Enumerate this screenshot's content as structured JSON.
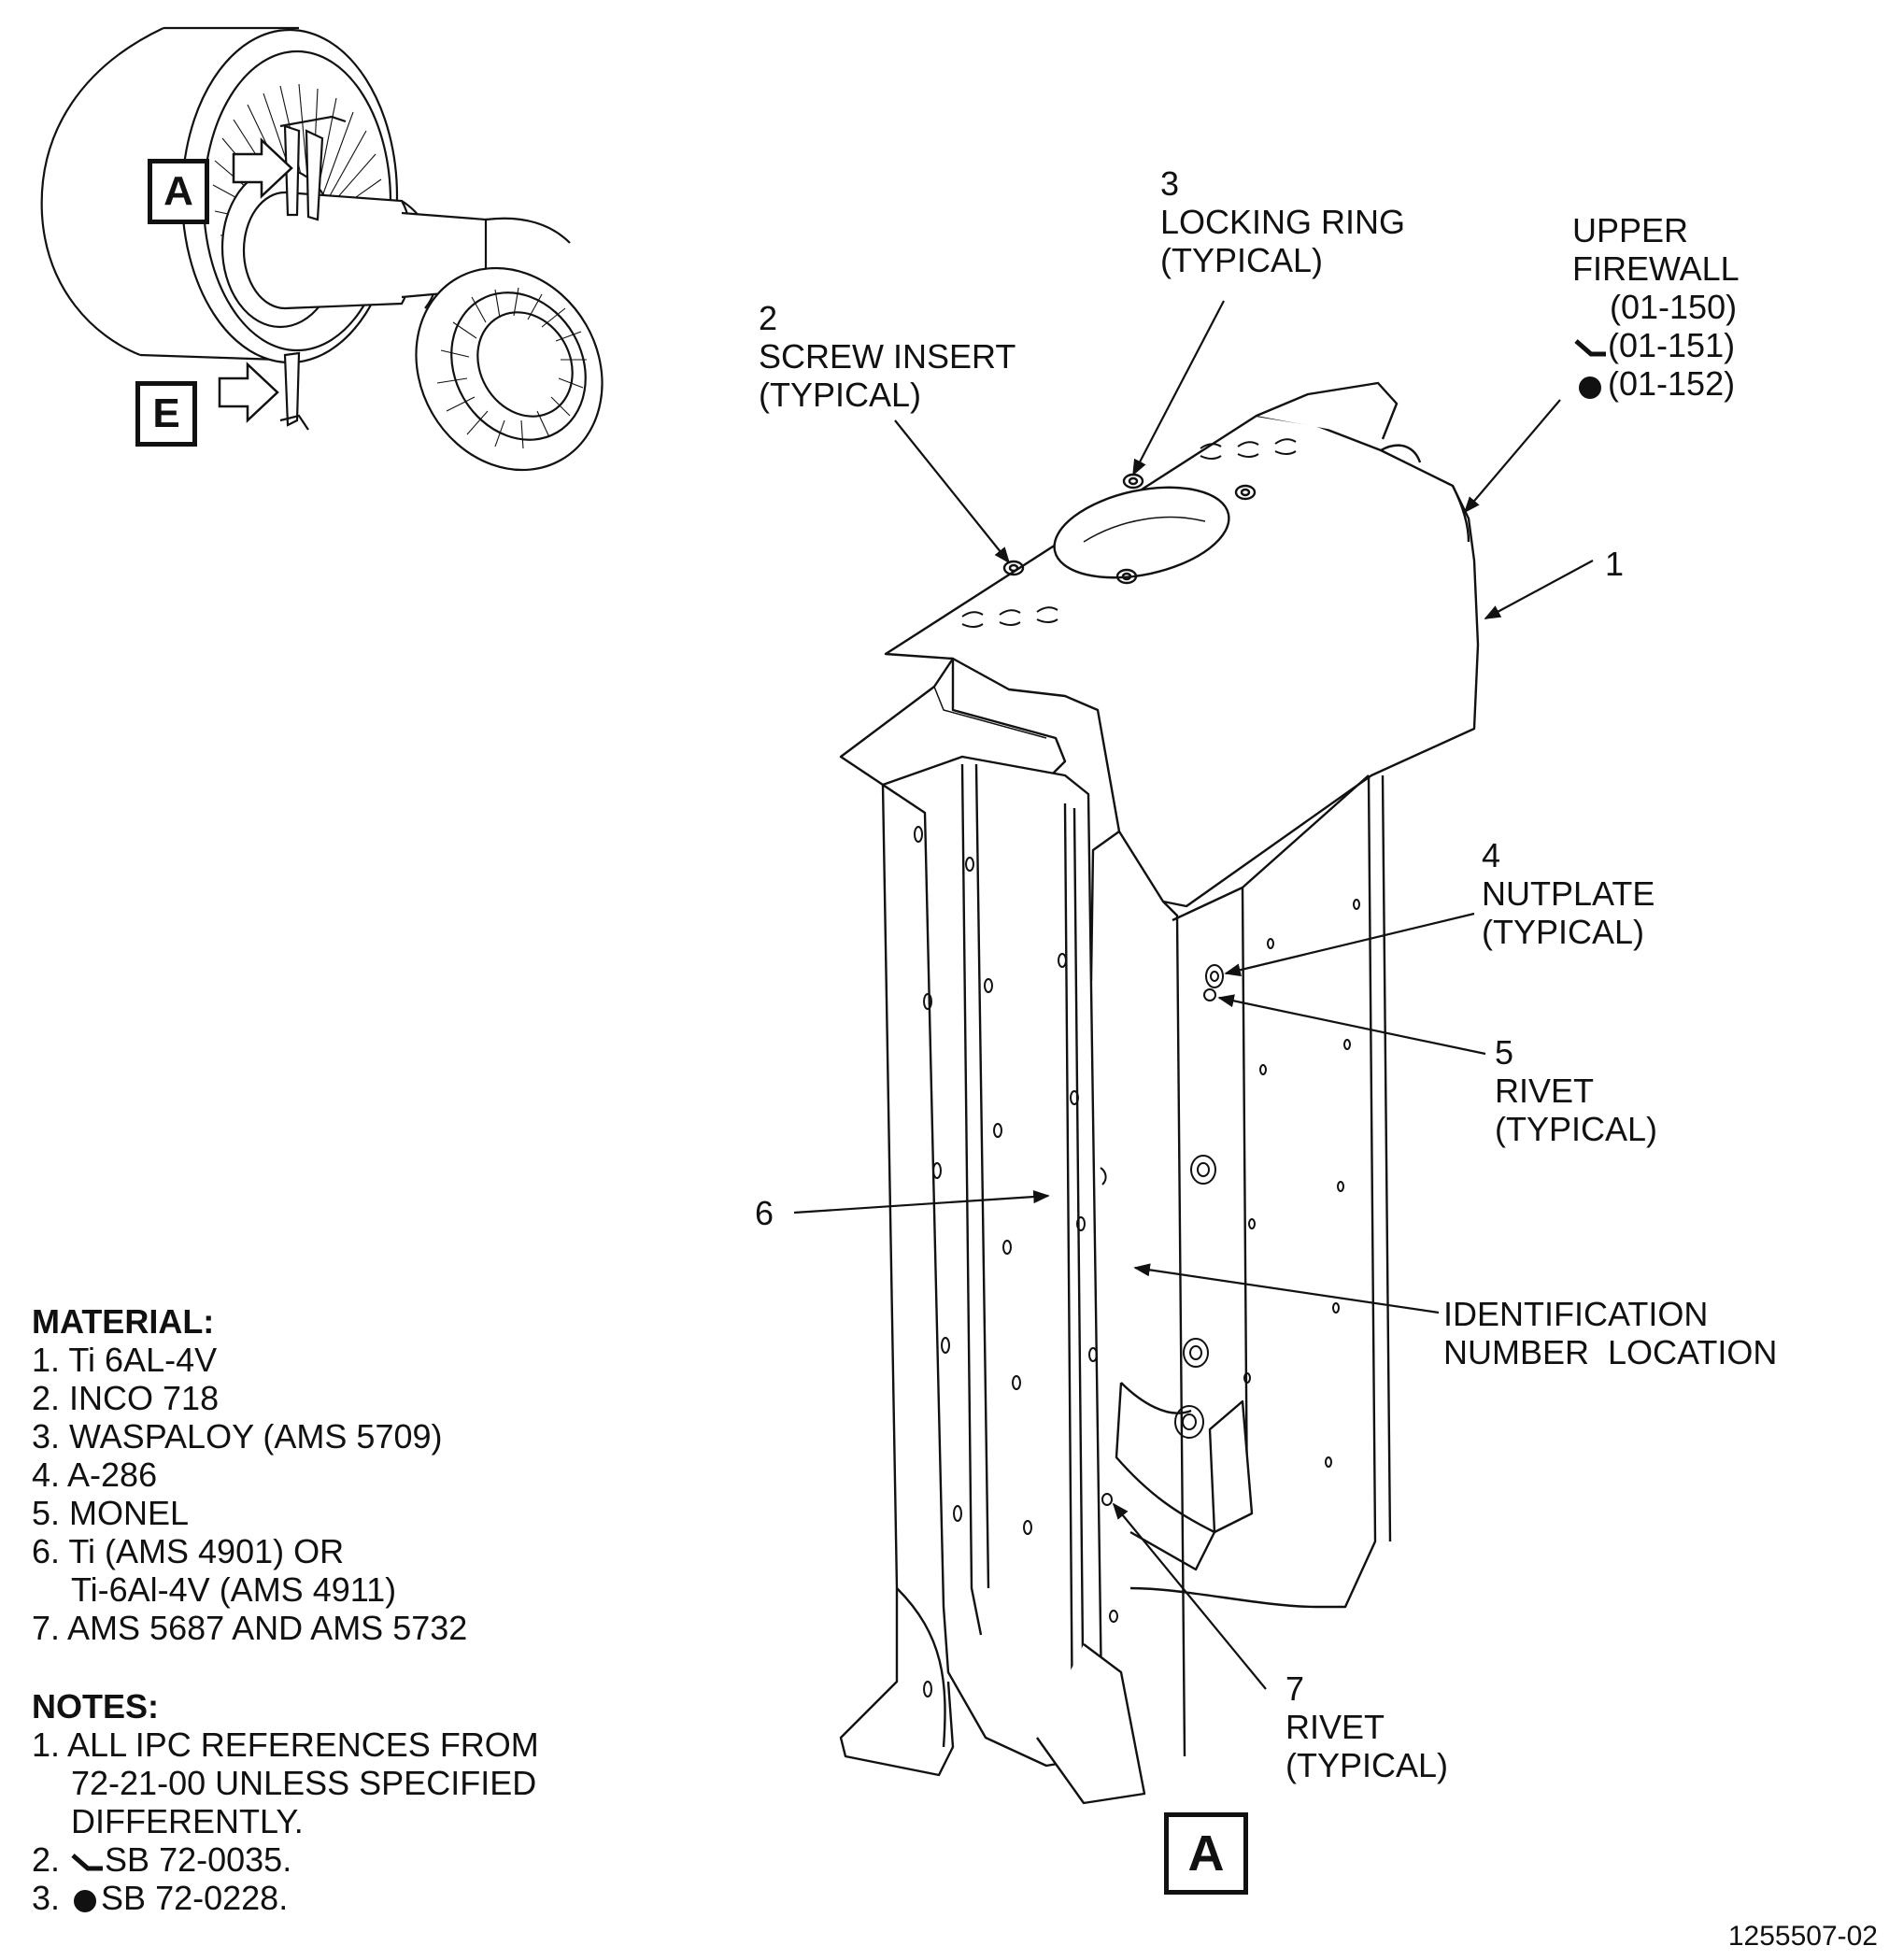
{
  "inset": {
    "view_a_letter": "A",
    "view_e_letter": "E"
  },
  "callouts": {
    "c1": {
      "num": "1"
    },
    "c2": {
      "num": "2",
      "l1": "SCREW INSERT",
      "l2": "(TYPICAL)"
    },
    "c3": {
      "num": "3",
      "l1": "LOCKING RING",
      "l2": "(TYPICAL)"
    },
    "c4": {
      "num": "4",
      "l1": "NUTPLATE",
      "l2": "(TYPICAL)"
    },
    "c5": {
      "num": "5",
      "l1": "RIVET",
      "l2": "(TYPICAL)"
    },
    "c6": {
      "num": "6"
    },
    "c7": {
      "num": "7",
      "l1": "RIVET",
      "l2": "(TYPICAL)"
    },
    "ident": {
      "l1": "IDENTIFICATION",
      "l2": "NUMBER  LOCATION"
    },
    "firewall": {
      "l1": "UPPER",
      "l2": "FIREWALL",
      "r1": "(01-150)",
      "r2": "(01-151)",
      "r3": "(01-152)"
    }
  },
  "material": {
    "heading": "MATERIAL:",
    "items": [
      "1. Ti 6AL-4V",
      "2. INCO 718",
      "3. WASPALOY (AMS 5709)",
      "4. A-286",
      "5. MONEL",
      "6. Ti (AMS 4901) OR",
      "Ti-6Al-4V (AMS 4911)",
      "7. AMS 5687 AND AMS 5732"
    ]
  },
  "notes": {
    "heading": "NOTES:",
    "n1a": "1. ALL IPC REFERENCES FROM",
    "n1b": "72-21-00 UNLESS SPECIFIED",
    "n1c": "DIFFERENTLY.",
    "n2_prefix": "2.",
    "n2_text": "SB 72-0035.",
    "n3_prefix": "3.",
    "n3_text": "SB 72-0228."
  },
  "view_label": "A",
  "doc_number": "1255507-02"
}
